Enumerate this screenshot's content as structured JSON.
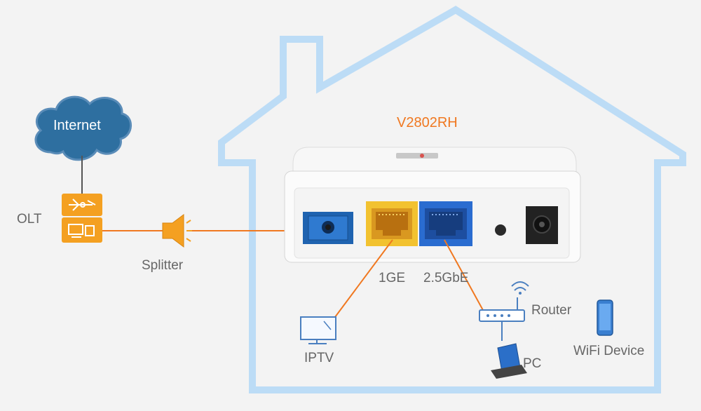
{
  "title": "V2802RH",
  "cloud": {
    "label": "Internet"
  },
  "olt": {
    "label": "OLT"
  },
  "splitter": {
    "label": "Splitter"
  },
  "ports": {
    "ge_label": "1GE",
    "ge25_label": "2.5GbE"
  },
  "devices": {
    "iptv": "IPTV",
    "router": "Router",
    "pc": "PC",
    "wifi": "WiFi Device"
  },
  "colors": {
    "house": "#bcdcf6",
    "link": "#f07820",
    "cloud": "#2e6fa0",
    "olt": "#f4a021",
    "accent_title": "#f07820",
    "icon_blue": "#4a7fc0"
  }
}
